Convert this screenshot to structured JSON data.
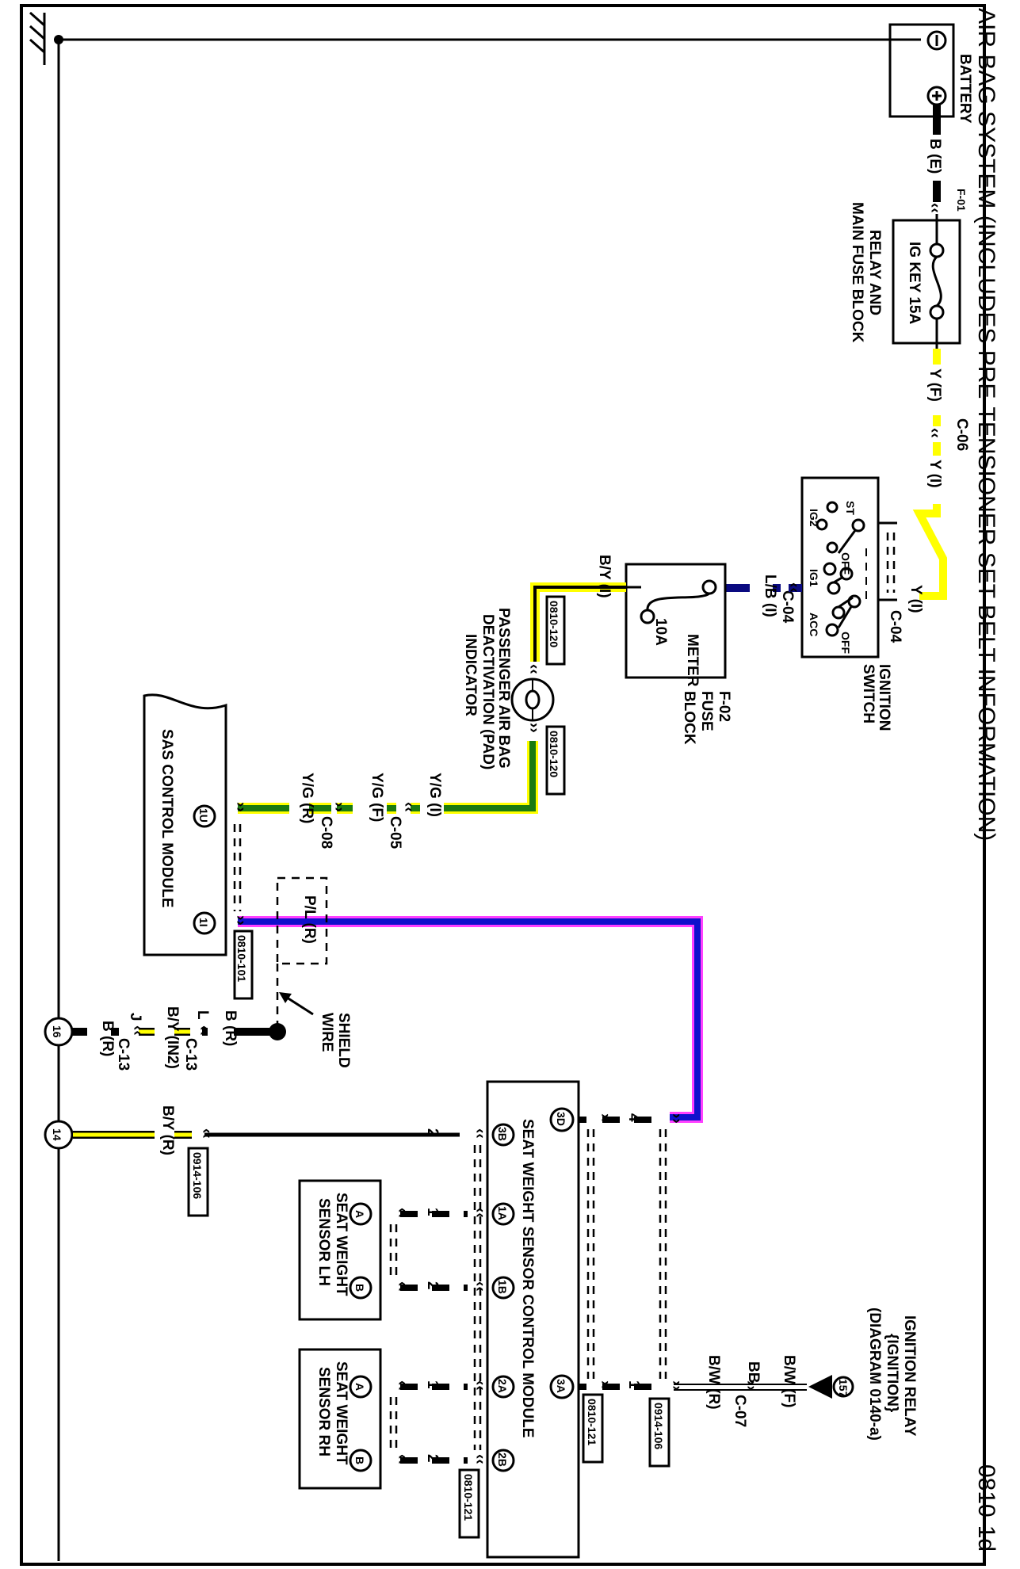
{
  "title": "AIR BAG SYSTEM (INCLUDES PRE-TENSIONER SET BELT INFORMATION)",
  "page_code": "0810-1d",
  "wire_colors": {
    "black": "#000000",
    "yellow": "#ffff00",
    "green": "#1a7a10",
    "blue": "#1010cc",
    "navy": "#0a0a80",
    "purple_edge": "#ff40ff"
  },
  "components": {
    "battery": {
      "label": "BATTERY",
      "neg_symbol": "⊖",
      "pos_symbol": "⊕"
    },
    "relay_fuse_block": {
      "label_line1": "RELAY AND",
      "label_line2": "MAIN FUSE BLOCK",
      "fuse_label": "IG KEY 15A",
      "connector": "F-01"
    },
    "ignition_switch": {
      "label_line1": "IGNITION",
      "label_line2": "SWITCH",
      "positions": [
        "ST",
        "IG2",
        "OFF",
        "IG1",
        "ACC",
        "OFF"
      ],
      "connector_in": "C-04",
      "connector_out": "C-04"
    },
    "fuse_block": {
      "label_line1": "F-02",
      "label_line2": "FUSE",
      "label_line3": "BLOCK",
      "fuse_name": "METER",
      "fuse_rating": "10A"
    },
    "pad_indicator": {
      "label_line1": "PASSENGER AIR BAG",
      "label_line2": "DEACTIVATION (PAD)",
      "label_line3": "INDICATOR",
      "ref_top": "0810-120",
      "ref_bottom": "0810-120"
    },
    "sas_module": {
      "label": "SAS CONTROL MODULE",
      "pins": [
        "1U",
        "1I"
      ],
      "ref": "0810-101"
    },
    "shield": {
      "label_line1": "SHIELD",
      "label_line2": "WIRE",
      "box_label": "P/L (R)"
    },
    "swscm": {
      "label": "SEAT WEIGHT SENSOR CONTROL MODULE",
      "pins": [
        "3D",
        "3B",
        "1A",
        "1B",
        "3A",
        "2A",
        "2B"
      ],
      "ref_top": "0810-121",
      "ref_bottom": "0810-121"
    },
    "sensor_lh": {
      "label_line1": "SEAT WEIGHT",
      "label_line2": "SENSOR LH",
      "pins": [
        "A",
        "B"
      ]
    },
    "sensor_rh": {
      "label_line1": "SEAT WEIGHT",
      "label_line2": "SENSOR RH",
      "pins": [
        "A",
        "B"
      ]
    },
    "ignition_relay": {
      "label_line1": "IGNITION RELAY",
      "label_line2": "{IGNITION}",
      "label_line3": "(DIAGRAM 0140-a)",
      "ref_num": "157"
    }
  },
  "wires": {
    "batt_to_fuse": "B (E)",
    "fuse_to_c06": "Y (F)",
    "c06": "C-06",
    "c06_to_switch": "Y (I)",
    "switch_loop": "Y (I)",
    "switch_to_meter": "L/B (I)",
    "meter_to_pad": "B/Y (I)",
    "pad_to_c05": "Y/G (I)",
    "c05": "C-05",
    "c05_to_c08": "Y/G (F)",
    "c08": "C-08",
    "c08_to_sas": "Y/G (R)",
    "sas_to_swscm": "P/L (R)",
    "swscm_3d_num": "4",
    "swscm_3b_num": "2",
    "lh_a_num": "1",
    "lh_b_num": "2",
    "rh_a_num": "1",
    "rh_b_num": "2",
    "swscm_3a_num": "1",
    "relay_bw_f": "B/W (F)",
    "relay_c07": "C-07",
    "relay_bb": "BB",
    "relay_bw_r": "B/W (R)",
    "relay_ref": "0914-106",
    "shield_b_r_1": "B (R)",
    "shield_c13_l": "L",
    "shield_c13_1": "C-13",
    "shield_by_in2": "B/Y (IN2)",
    "shield_c13_j": "J",
    "shield_c13_2": "C-13",
    "shield_b_r_2": "B (R)",
    "ground_16": "16",
    "ground_14": "14",
    "swscm_to_ground": "B/Y (R)",
    "ground_ref": "0914-106"
  }
}
